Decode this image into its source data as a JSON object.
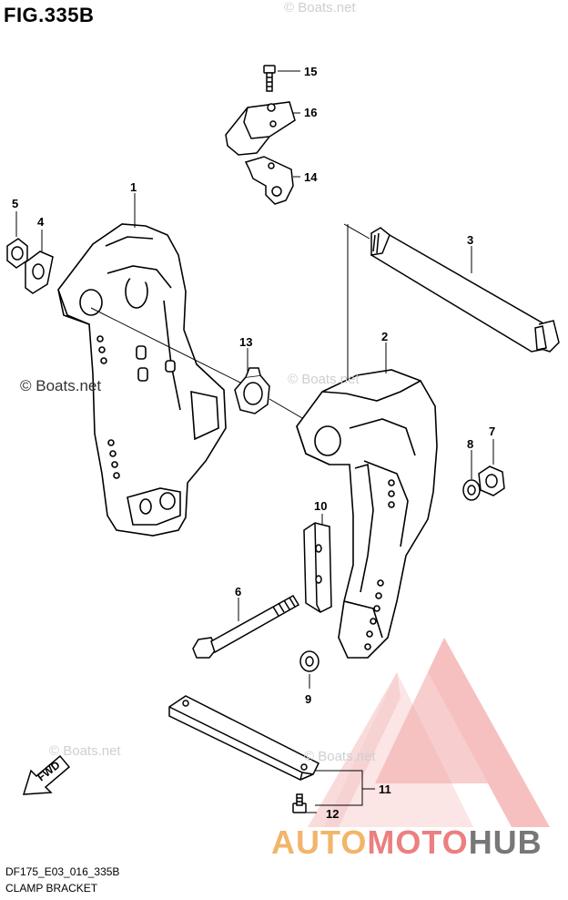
{
  "figure": {
    "title": "FIG.335B",
    "code": "DF175_E03_016_335B",
    "caption": "CLAMP BRACKET"
  },
  "watermarks": {
    "main": "© Boats.net",
    "faded": [
      "© Boats.net",
      "© Boats.net",
      "© Boats.net",
      "© Boats.net"
    ]
  },
  "brand": {
    "part1": "AUTO",
    "part2": "MOTO",
    "part3": "HUB"
  },
  "fwd_arrow": {
    "label": "FWD"
  },
  "callouts": [
    {
      "id": "1",
      "label": "1"
    },
    {
      "id": "2",
      "label": "2"
    },
    {
      "id": "3",
      "label": "3"
    },
    {
      "id": "4",
      "label": "4"
    },
    {
      "id": "5",
      "label": "5"
    },
    {
      "id": "6",
      "label": "6"
    },
    {
      "id": "7",
      "label": "7"
    },
    {
      "id": "8",
      "label": "8"
    },
    {
      "id": "9",
      "label": "9"
    },
    {
      "id": "10",
      "label": "10"
    },
    {
      "id": "11",
      "label": "11"
    },
    {
      "id": "12",
      "label": "12"
    },
    {
      "id": "13",
      "label": "13"
    },
    {
      "id": "14",
      "label": "14"
    },
    {
      "id": "15",
      "label": "15"
    },
    {
      "id": "16",
      "label": "16"
    }
  ],
  "colors": {
    "line": "#000000",
    "brand_triangle": "#e85a5a"
  }
}
